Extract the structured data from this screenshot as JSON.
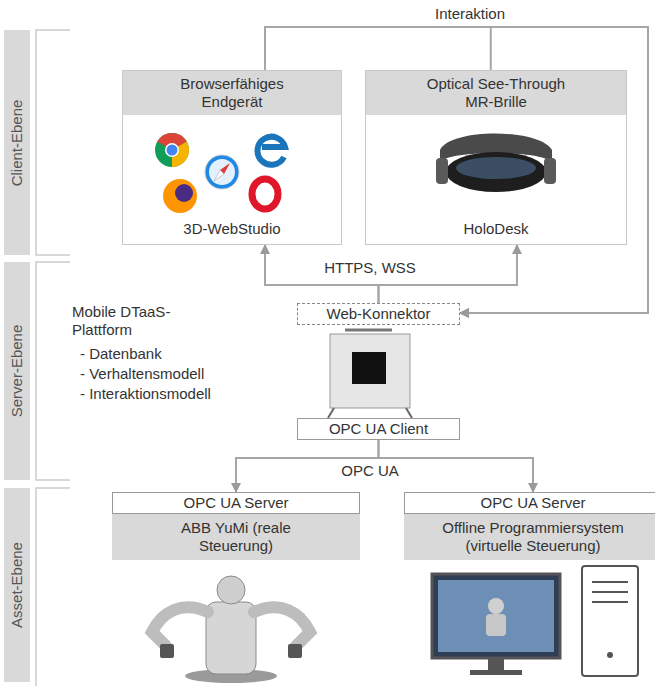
{
  "diagram": {
    "nodes": [
      {
        "text": [
          "Client-Ebene"
        ]
      },
      {
        "text": [
          "Browserfähiges Endgerät",
          "3D-WebStudio"
        ]
      },
      {
        "text": [
          "Optical See-Through MR-Brille",
          "HoloDesk"
        ]
      },
      {
        "text": [
          "Server-Ebene"
        ]
      },
      {
        "text": [
          "Web-Konnektor",
          "OPC UA Client"
        ]
      },
      {
        "text": [
          "Asset-Ebene"
        ]
      },
      {
        "text": [
          "OPC UA Server",
          "ABB YuMi (reale Steuerung)"
        ]
      },
      {
        "text": [
          "OPC UA Server",
          "Offline Programmiersystem (virtuelle Steuerung)"
        ]
      }
    ],
    "edges": [
      {
        "from": 1,
        "to": 4,
        "arrow": "to"
      },
      {
        "from": 2,
        "to": 4,
        "arrow": "to"
      },
      {
        "from": 4,
        "to": 1,
        "arrow": "to"
      },
      {
        "from": 4,
        "to": 2,
        "arrow": "to"
      },
      {
        "from": 4,
        "to": 6,
        "arrow": "to"
      },
      {
        "from": 4,
        "to": 7,
        "arrow": "to"
      }
    ],
    "labels": [
      "Interaktion",
      "HTTPS, WSS",
      "Mobile DTaaS-Plattform",
      "- Datenbank",
      "- Verhaltensmodell",
      "- Interaktionsmodell",
      "OPC UA"
    ]
  }
}
